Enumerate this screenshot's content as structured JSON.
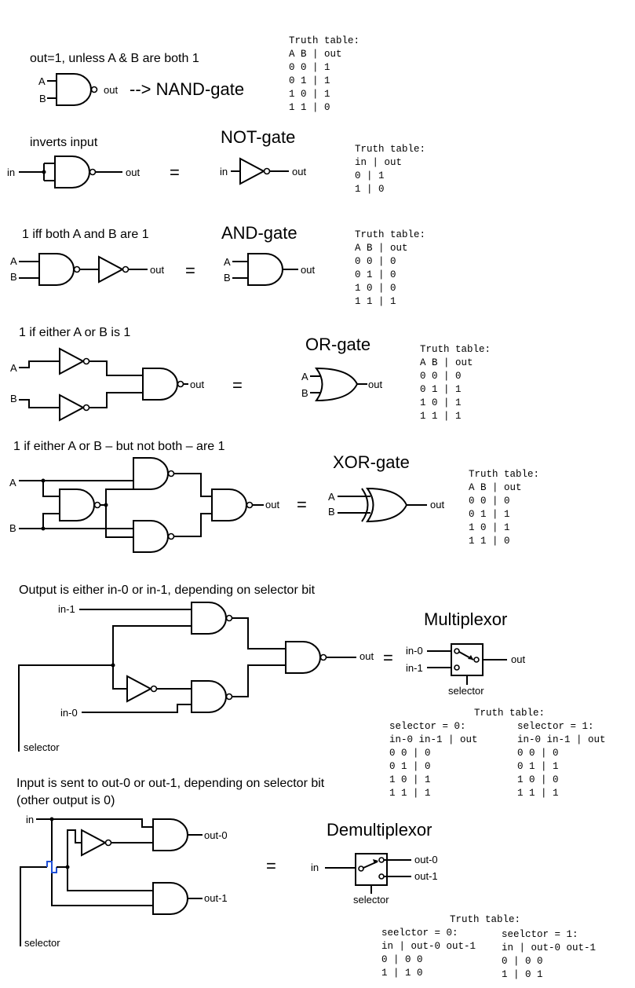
{
  "nand": {
    "heading": "out=1, unless A & B are both 1",
    "label_a": "A",
    "label_b": "B",
    "label_out": "out",
    "arrow_title": "--> NAND-gate",
    "truth": [
      "Truth table:",
      "A B  | out",
      "0 0  | 1",
      "0 1  | 1",
      "1 0  | 1",
      "1 1  | 0"
    ]
  },
  "not": {
    "heading": "inverts input",
    "title": "NOT-gate",
    "label_in": "in",
    "label_out": "out",
    "equals": "=",
    "truth": [
      "Truth table:",
      "in | out",
      "0   | 1",
      "1   | 0"
    ]
  },
  "and": {
    "heading": "1 iff both A and B are 1",
    "title": "AND-gate",
    "label_a": "A",
    "label_b": "B",
    "label_out": "out",
    "equals": "=",
    "truth": [
      "Truth table:",
      "A B  | out",
      "0 0  | 0",
      "0 1  | 0",
      "1 0  | 0",
      "1 1  | 1"
    ]
  },
  "or": {
    "heading": "1 if either A or B is 1",
    "title": "OR-gate",
    "label_a": "A",
    "label_b": "B",
    "label_out": "out",
    "equals": "=",
    "truth": [
      "Truth table:",
      "A B  | out",
      "0 0  | 0",
      "0 1  | 1",
      "1 0  | 1",
      "1 1  | 1"
    ]
  },
  "xor": {
    "heading": "1 if either A or B – but not both – are 1",
    "title": "XOR-gate",
    "label_a": "A",
    "label_b": "B",
    "label_out": "out",
    "equals": "=",
    "truth": [
      "Truth table:",
      "A B  | out",
      "0 0  | 0",
      "0 1  | 1",
      "1 0  | 1",
      "1 1  | 0"
    ]
  },
  "mux": {
    "heading": "Output is either in-0 or in-1, depending on selector bit",
    "title": "Multiplexor",
    "label_in1": "in-1",
    "label_in0": "in-0",
    "label_out": "out",
    "label_selector": "selector",
    "equals": "=",
    "truth_title": "Truth table:",
    "truth_sel0": [
      "selector = 0:",
      "in-0 in-1 | out",
      "0      0     | 0",
      "0      1     | 0",
      "1      0     | 1",
      "1      1     | 1"
    ],
    "truth_sel1": [
      "selector = 1:",
      "in-0 in-1 | out",
      "0      0     | 0",
      "0      1     | 1",
      "1      0     | 0",
      "1      1     | 1"
    ]
  },
  "demux": {
    "heading_1": "Input is sent to out-0 or out-1, depending on selector bit",
    "heading_2": "(other output is 0)",
    "title": "Demultiplexor",
    "label_in": "in",
    "label_out0": "out-0",
    "label_out1": "out-1",
    "label_selector": "selector",
    "equals": "=",
    "truth_title": "Truth table:",
    "truth_sel0": [
      "seelctor = 0:",
      "in  | out-0 out-1",
      "0   | 0       0",
      "1   | 1       0"
    ],
    "truth_sel1": [
      "seelctor = 1:",
      "in  | out-0 out-1",
      "0   | 0       0",
      "1   | 0       1"
    ]
  },
  "colors": {
    "ink": "#000000",
    "jumper": "#1f4fd6"
  }
}
